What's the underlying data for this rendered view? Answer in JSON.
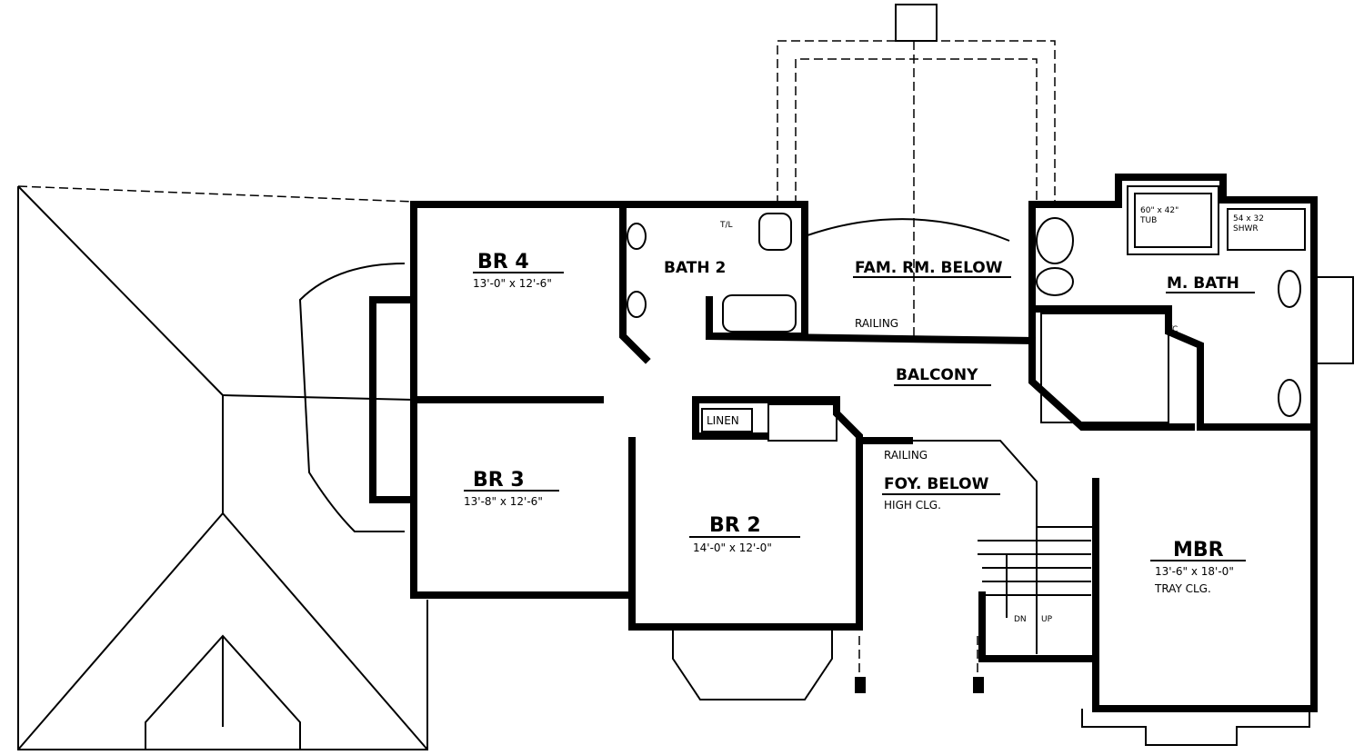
{
  "rooms": {
    "br4": {
      "name": "BR 4",
      "size": "13'-0\" x 12'-6\""
    },
    "bath2": {
      "name": "BATH 2",
      "toilet": "T/L"
    },
    "fam": {
      "name": "FAM. RM. BELOW",
      "railing": "RAILING"
    },
    "balcony": {
      "name": "BALCONY"
    },
    "linen": {
      "name": "LINEN"
    },
    "br3": {
      "name": "BR 3",
      "size": "13'-8\" x 12'-6\""
    },
    "br2": {
      "name": "BR 2",
      "size": "14'-0\" x 12'-0\""
    },
    "foyer": {
      "name": "FOY. BELOW",
      "note": "HIGH CLG.",
      "railing": "RAILING"
    },
    "stairs": {
      "down": "DN",
      "up": "UP"
    },
    "mbr": {
      "name": "MBR",
      "size": "13'-6\" x 18'-0\"",
      "note": "TRAY CLG."
    },
    "mbath": {
      "name": "M. BATH",
      "tub": "60\" x 42\"",
      "tub_label": "TUB",
      "shower": "54 x 32",
      "shower_label": "SHWR",
      "toilet": "TC"
    }
  }
}
